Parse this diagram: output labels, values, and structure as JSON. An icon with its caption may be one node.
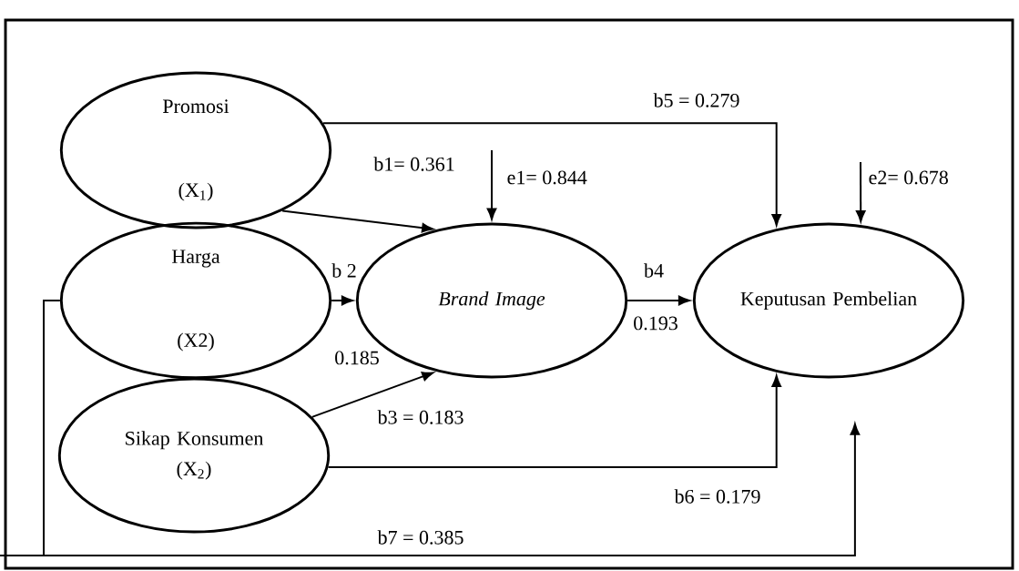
{
  "diagram": {
    "nodes": [
      {
        "text": [
          "Promosi",
          "(X$_{1}$)"
        ]
      },
      {
        "text": [
          "Harga",
          "(X2)"
        ]
      },
      {
        "text": [
          "Sikap Konsumen",
          "(X$_{2}$)"
        ]
      },
      {
        "text": [
          "Brand Image"
        ]
      },
      {
        "text": [
          "Keputusan Pembelian"
        ]
      }
    ],
    "edges": [
      {
        "from": 0,
        "to": 3,
        "arrow": "to",
        "label": "b1= 0.361"
      },
      {
        "from": 1,
        "to": 3,
        "arrow": "to",
        "label": "b 2"
      },
      {
        "from": 2,
        "to": 3,
        "arrow": "to",
        "label": "b3 = 0.183"
      },
      {
        "from": 3,
        "to": 4,
        "arrow": "to",
        "label": "b4"
      },
      {
        "from": 0,
        "to": 4,
        "arrow": "to",
        "label": "b5 = 0.279"
      },
      {
        "from": 2,
        "to": 4,
        "arrow": "to",
        "label": "b6 = 0.179"
      },
      {
        "from": 1,
        "to": 4,
        "arrow": "to",
        "label": "b7 = 0.385"
      },
      {
        "from": null,
        "to": 3,
        "arrow": "to",
        "label": "e1= 0.844"
      },
      {
        "from": null,
        "to": 4,
        "arrow": "to",
        "label": "e2= 0.678"
      }
    ],
    "labels": [
      "0.185",
      "0.193"
    ]
  }
}
